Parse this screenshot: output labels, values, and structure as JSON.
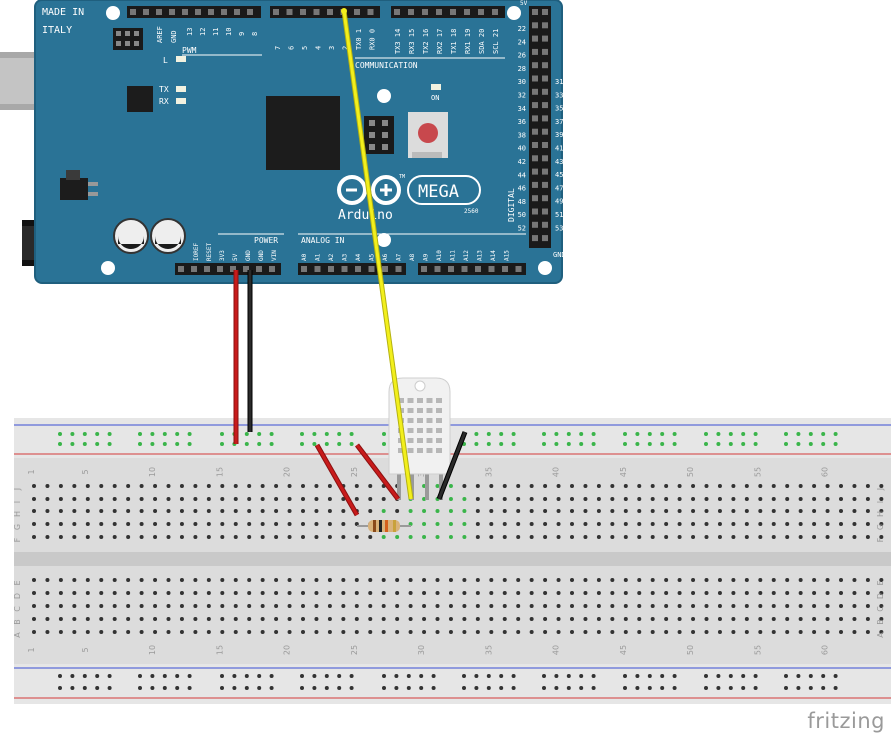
{
  "board": {
    "made_in": "MADE IN",
    "italy": "ITALY",
    "aref": "AREF",
    "gnd": "GND",
    "pwm": "PWM",
    "led_l": "L",
    "tx": "TX",
    "rx": "RX",
    "on": "ON",
    "communication": "COMMUNICATION",
    "power": "POWER",
    "analog_in": "ANALOG IN",
    "digital": "DIGITAL",
    "mega": "MEGA",
    "arduino": "Arduino",
    "model_small": "2560",
    "tm": "TM",
    "five_v_top": "5V",
    "gnd_bottom": "GND",
    "top_header_pins": [
      "13",
      "12",
      "11",
      "10",
      "9",
      "8"
    ],
    "top_header_pins_b": [
      "7",
      "6",
      "5",
      "4",
      "3",
      "2",
      "TX0 1",
      "RX0 0"
    ],
    "comm_pins": [
      "TX3 14",
      "RX3 15",
      "TX2 16",
      "RX2 17",
      "TX1 18",
      "RX1 19",
      "SDA 20",
      "SCL 21"
    ],
    "power_pins": [
      "IOREF",
      "RESET",
      "3V3",
      "5V",
      "GND",
      "GND",
      "VIN"
    ],
    "analog_pins": [
      "A0",
      "A1",
      "A2",
      "A3",
      "A4",
      "A5",
      "A6",
      "A7",
      "A8",
      "A9",
      "A10",
      "A11",
      "A12",
      "A13",
      "A14",
      "A15"
    ],
    "digital_left": [
      "22",
      "24",
      "26",
      "28",
      "30",
      "32",
      "34",
      "36",
      "38",
      "40",
      "42",
      "44",
      "46",
      "48",
      "50",
      "52"
    ],
    "digital_right": [
      "31",
      "33",
      "35",
      "37",
      "39",
      "41",
      "43",
      "45",
      "47",
      "49",
      "51",
      "53"
    ]
  },
  "breadboard": {
    "column_numbers": [
      "1",
      "5",
      "10",
      "15",
      "20",
      "25",
      "30",
      "35",
      "40",
      "45",
      "50",
      "55",
      "60"
    ],
    "rows_top": [
      "J",
      "I",
      "H",
      "G",
      "F"
    ],
    "rows_bottom": [
      "E",
      "D",
      "C",
      "B",
      "A"
    ]
  },
  "colors": {
    "board_blue": "#2a7396",
    "wire_red": "#c81b1b",
    "wire_black": "#1e1e1e",
    "wire_yellow": "#f2ef1c",
    "rail_red": "#d43b3b",
    "rail_blue": "#3b4fd4",
    "hole_green": "#3ab54a"
  },
  "components": {
    "sensor": "dht-sensor",
    "resistor": "pull-up-resistor"
  },
  "branding": {
    "logo": "fritzing"
  }
}
